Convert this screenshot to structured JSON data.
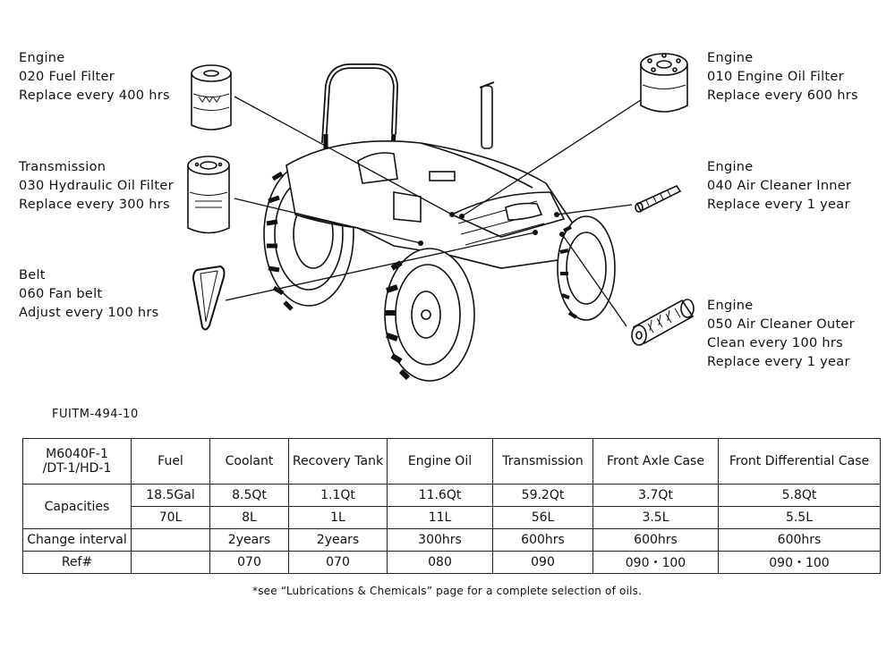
{
  "callouts": {
    "fuel_filter": [
      "Engine",
      "020  Fuel  Filter",
      "Replace  every  400  hrs"
    ],
    "hydraulic_filter": [
      "Transmission",
      "030  Hydraulic  Oil  Filter",
      "Replace  every  300  hrs"
    ],
    "fan_belt": [
      "Belt",
      "060  Fan  belt",
      "Adjust  every  100  hrs"
    ],
    "oil_filter": [
      "Engine",
      "010  Engine  Oil  Filter",
      "Replace  every  600  hrs"
    ],
    "air_inner": [
      "Engine",
      "040  Air  Cleaner  Inner",
      "Replace  every  1  year"
    ],
    "air_outer": [
      "Engine",
      "050  Air  Cleaner  Outer",
      "Clean  every  100  hrs",
      "Replace  every  1  year"
    ]
  },
  "figure_code": "FUITM-494-10",
  "table": {
    "model": [
      "M6040F-1",
      "/DT-1/HD-1"
    ],
    "columns": [
      "Fuel",
      "Coolant",
      "Recovery  Tank",
      "Engine  Oil",
      "Transmission",
      "Front  Axle  Case",
      "Front  Differential  Case"
    ],
    "capacities_label": "Capacities",
    "capacities_us": [
      "18.5Gal",
      "8.5Qt",
      "1.1Qt",
      "11.6Qt",
      "59.2Qt",
      "3.7Qt",
      "5.8Qt"
    ],
    "capacities_metric": [
      "70L",
      "8L",
      "1L",
      "11L",
      "56L",
      "3.5L",
      "5.5L"
    ],
    "change_label": "Change  interval",
    "change": [
      "",
      "2years",
      "2years",
      "300hrs",
      "600hrs",
      "600hrs",
      "600hrs"
    ],
    "ref_label": "Ref#",
    "ref": [
      "",
      "070",
      "070",
      "080",
      "090",
      "090・100",
      "090・100"
    ]
  },
  "footnote": "*see “Lubrications & Chemicals” page for a complete selection of oils."
}
